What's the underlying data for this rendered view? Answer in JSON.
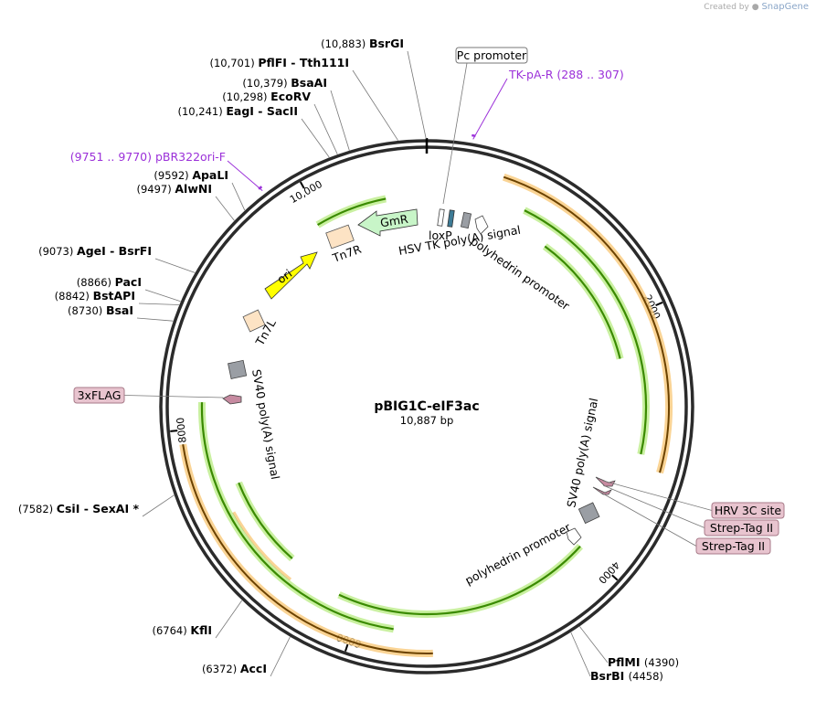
{
  "watermark": {
    "prefix": "Created by",
    "brand": "SnapGene"
  },
  "title": "pBIG1C-eIF3ac",
  "length_label": "10,887 bp",
  "total_bp": 10887,
  "ticks": [
    {
      "label": "2000",
      "bp": 2000
    },
    {
      "label": "4000",
      "bp": 4000
    },
    {
      "label": "6000",
      "bp": 6000
    },
    {
      "label": "8000",
      "bp": 8000
    },
    {
      "label": "10,000",
      "bp": 10000
    }
  ],
  "sites_left": [
    {
      "pos": "(10,883)",
      "name": "BsrGI",
      "bp": 10883
    },
    {
      "pos": "(10,701)",
      "name": "PflFI  - Tth111I",
      "bp": 10701
    },
    {
      "pos": "(10,379)",
      "name": "BsaAI",
      "bp": 10379
    },
    {
      "pos": "(10,298)",
      "name": "EcoRV",
      "bp": 10298
    },
    {
      "pos": "(10,241)",
      "name": "EagI  - SacII",
      "bp": 10241
    },
    {
      "pos": "(9592)",
      "name": "ApaLI",
      "bp": 9592
    },
    {
      "pos": "(9497)",
      "name": "AlwNI",
      "bp": 9497
    },
    {
      "pos": "(9073)",
      "name": "AgeI  - BsrFI",
      "bp": 9073
    },
    {
      "pos": "(8866)",
      "name": "PacI",
      "bp": 8866
    },
    {
      "pos": "(8842)",
      "name": "BstAPI",
      "bp": 8842
    },
    {
      "pos": "(8730)",
      "name": "BsaI",
      "bp": 8730
    },
    {
      "pos": "(7582)",
      "name": "CsiI  - SexAI *",
      "bp": 7582
    },
    {
      "pos": "(6764)",
      "name": "KflI",
      "bp": 6764
    },
    {
      "pos": "(6372)",
      "name": "AccI",
      "bp": 6372
    }
  ],
  "sites_right": [
    {
      "name": "PflMI",
      "pos": "(4390)",
      "bp": 4390
    },
    {
      "name": "BsrBI",
      "pos": "(4458)",
      "bp": 4458
    }
  ],
  "primers": [
    {
      "label": "TK-pA-R",
      "range": "(288 .. 307)",
      "bp": 297
    },
    {
      "label": "pBR322ori-F",
      "range": "(9751 .. 9770)",
      "bp": 9760
    }
  ],
  "boxed_features": [
    {
      "label": "Pc promoter"
    },
    {
      "label": "3xFLAG"
    },
    {
      "label": "HRV 3C site"
    },
    {
      "label": "Strep-Tag II"
    },
    {
      "label": "Strep-Tag II"
    }
  ],
  "feature_labels": {
    "loxp": "loxP",
    "hsv_tk": "HSV TK poly(A) signal",
    "polyhedrin_top": "polyhedrin promoter",
    "gmr": "GmR",
    "tn7r": "Tn7R",
    "ori": "ori",
    "tn7l": "Tn7L",
    "sv40_left": "SV40 poly(A) signal",
    "sv40_right": "SV40 poly(A) signal",
    "polyhedrin_bottom": "polyhedrin promoter"
  },
  "colors": {
    "backbone": "#2b2b2b",
    "primer": "#9b30d9",
    "orf_fill": "#f9d48c",
    "orf_stroke": "#8a5a00",
    "green_arrow": "#3a8a00",
    "green_glow": "#c9f0a0",
    "gmr_fill": "#c8f5c8",
    "ori_fill": "#ffff00",
    "tn7_fill": "#fde3c4",
    "sv40_fill": "#9a9ea4",
    "tag_fill": "#e8c4cf",
    "tag_stroke": "#a77a88"
  }
}
